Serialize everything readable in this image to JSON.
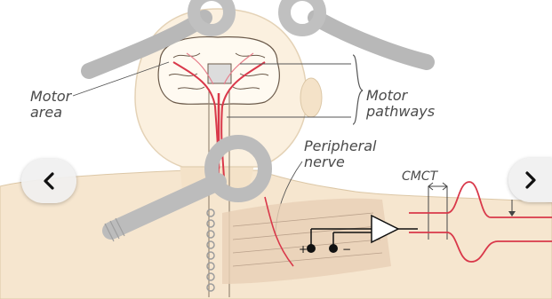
{
  "labels": {
    "motor_area": "Motor\narea",
    "motor_pathways": "Motor\npathways",
    "peripheral_nerve": "Peripheral\nnerve",
    "cmct": "CMCT"
  },
  "navigation": {
    "prev_icon": "chevron-left-icon",
    "next_icon": "chevron-right-icon"
  },
  "colors": {
    "pathway_red": "#d9384a",
    "trace_red": "#d9384a",
    "coil_gray": "#b8b8b8",
    "head_fill": "#fbf0df",
    "skin_fill": "#f6e6cf"
  }
}
